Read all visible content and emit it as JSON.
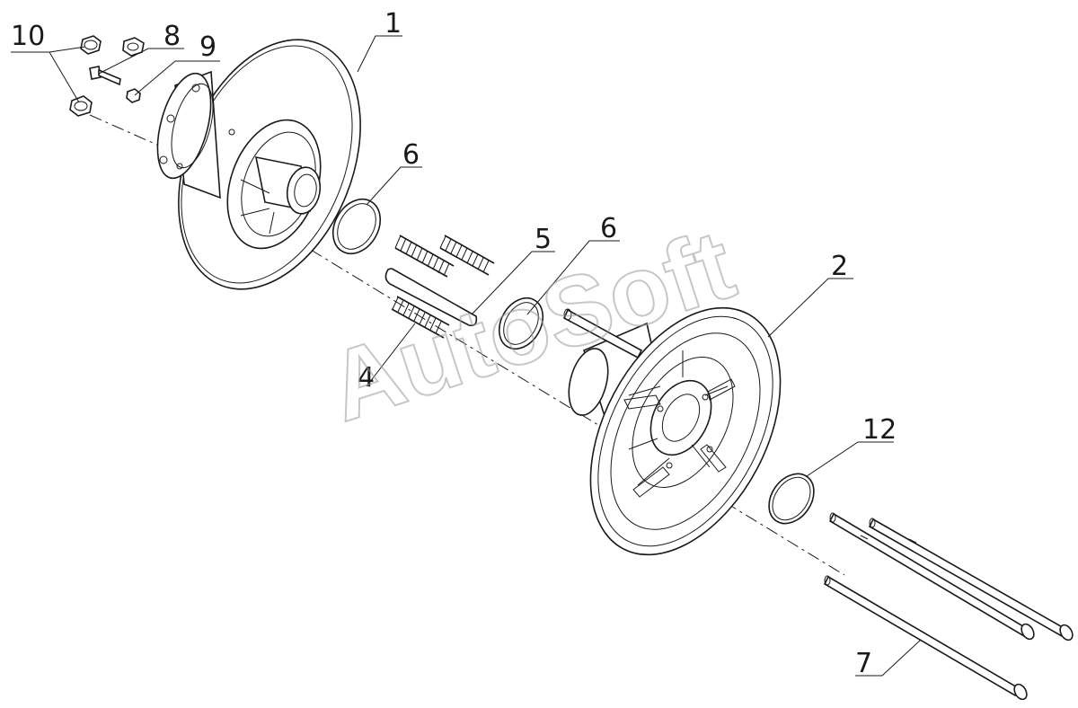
{
  "callouts": {
    "c1": "1",
    "c2": "2",
    "c4": "4",
    "c5": "5",
    "c6a": "6",
    "c6b": "6",
    "c7": "7",
    "c8": "8",
    "c9": "9",
    "c10": "10",
    "c12": "12"
  },
  "watermark": "AutoSoft"
}
